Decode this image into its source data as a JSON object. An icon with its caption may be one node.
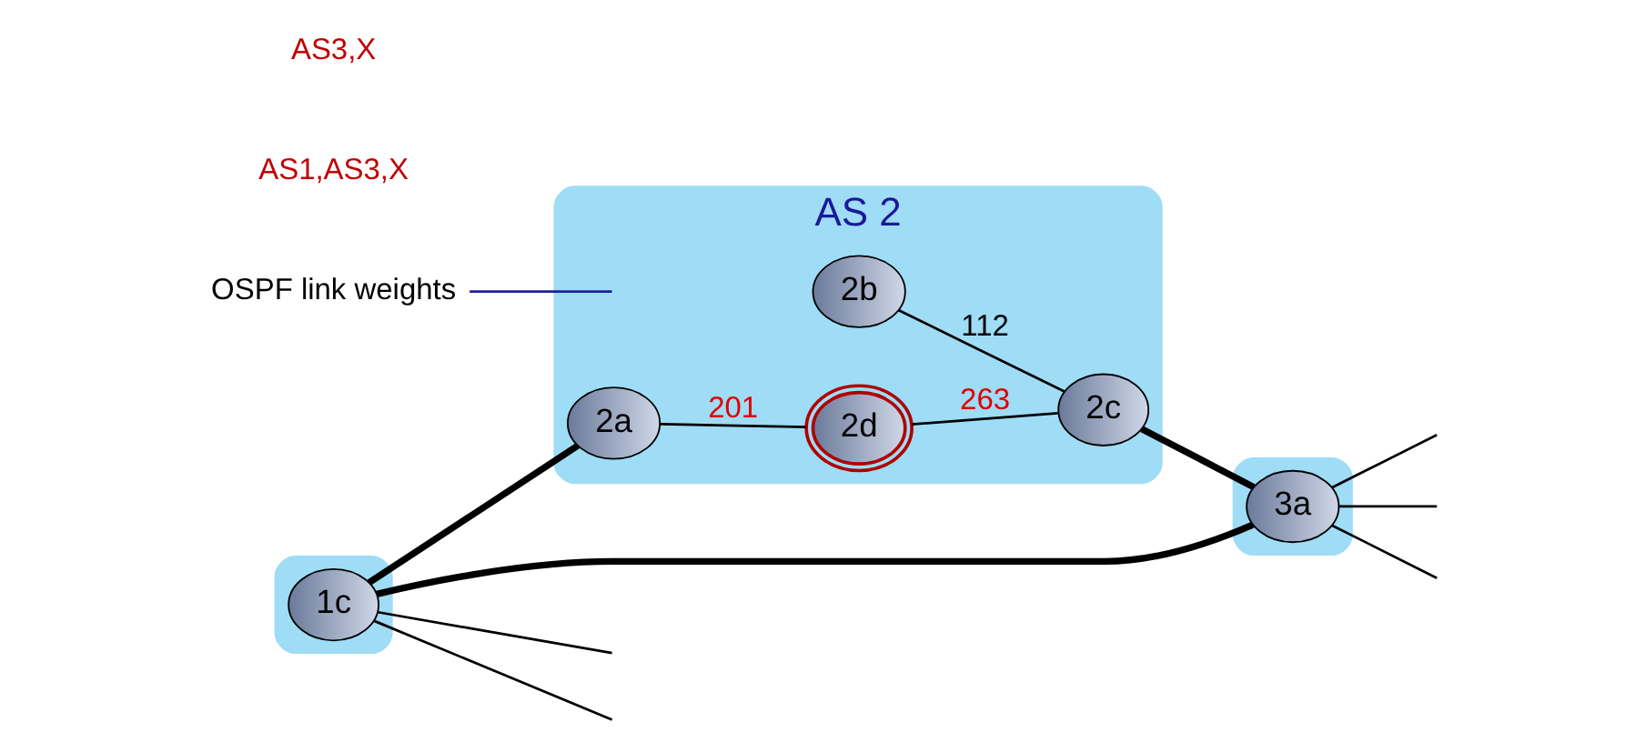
{
  "diagram": {
    "nodes": [
      {
        "text": [],
        "shape": "cloud"
      },
      {
        "text": [
          "1c"
        ],
        "in": 0
      },
      {
        "text": [],
        "shape": "cloud"
      },
      {
        "text": [
          "3a"
        ],
        "in": 2
      },
      {
        "text": [
          "AS 2"
        ]
      },
      {
        "text": [
          "2b"
        ],
        "in": 4
      },
      {
        "text": [
          "2a"
        ],
        "in": 4
      },
      {
        "text": [
          "2c"
        ],
        "in": 4
      },
      {
        "text": [
          "2d"
        ],
        "in": 4
      },
      {
        "text": [
          "OSPF link weights"
        ]
      }
    ],
    "edges": [
      {
        "from": 1,
        "to": null,
        "arrow": "none"
      },
      {
        "from": 1,
        "to": null,
        "arrow": "none"
      },
      {
        "from": 3,
        "to": null,
        "arrow": "none"
      },
      {
        "from": 3,
        "to": null,
        "arrow": "none"
      },
      {
        "from": 3,
        "to": null,
        "arrow": "none"
      },
      {
        "from": 1,
        "to": 3,
        "arrow": "none",
        "style": "thick"
      },
      {
        "from": 1,
        "to": 6,
        "arrow": "none",
        "style": "thick"
      },
      {
        "from": 7,
        "to": 3,
        "arrow": "none",
        "style": "thick"
      },
      {
        "from": 5,
        "to": 7,
        "arrow": "none",
        "label": "112"
      },
      {
        "from": 6,
        "to": 8,
        "arrow": "none",
        "label": "201"
      },
      {
        "from": 8,
        "to": 7,
        "arrow": "none",
        "label": "263"
      },
      {
        "from": 9,
        "to": null,
        "arrow": "none",
        "color": "#1f1fa0"
      }
    ],
    "labels": [
      "AS1,AS3,X",
      "AS3,X"
    ]
  }
}
